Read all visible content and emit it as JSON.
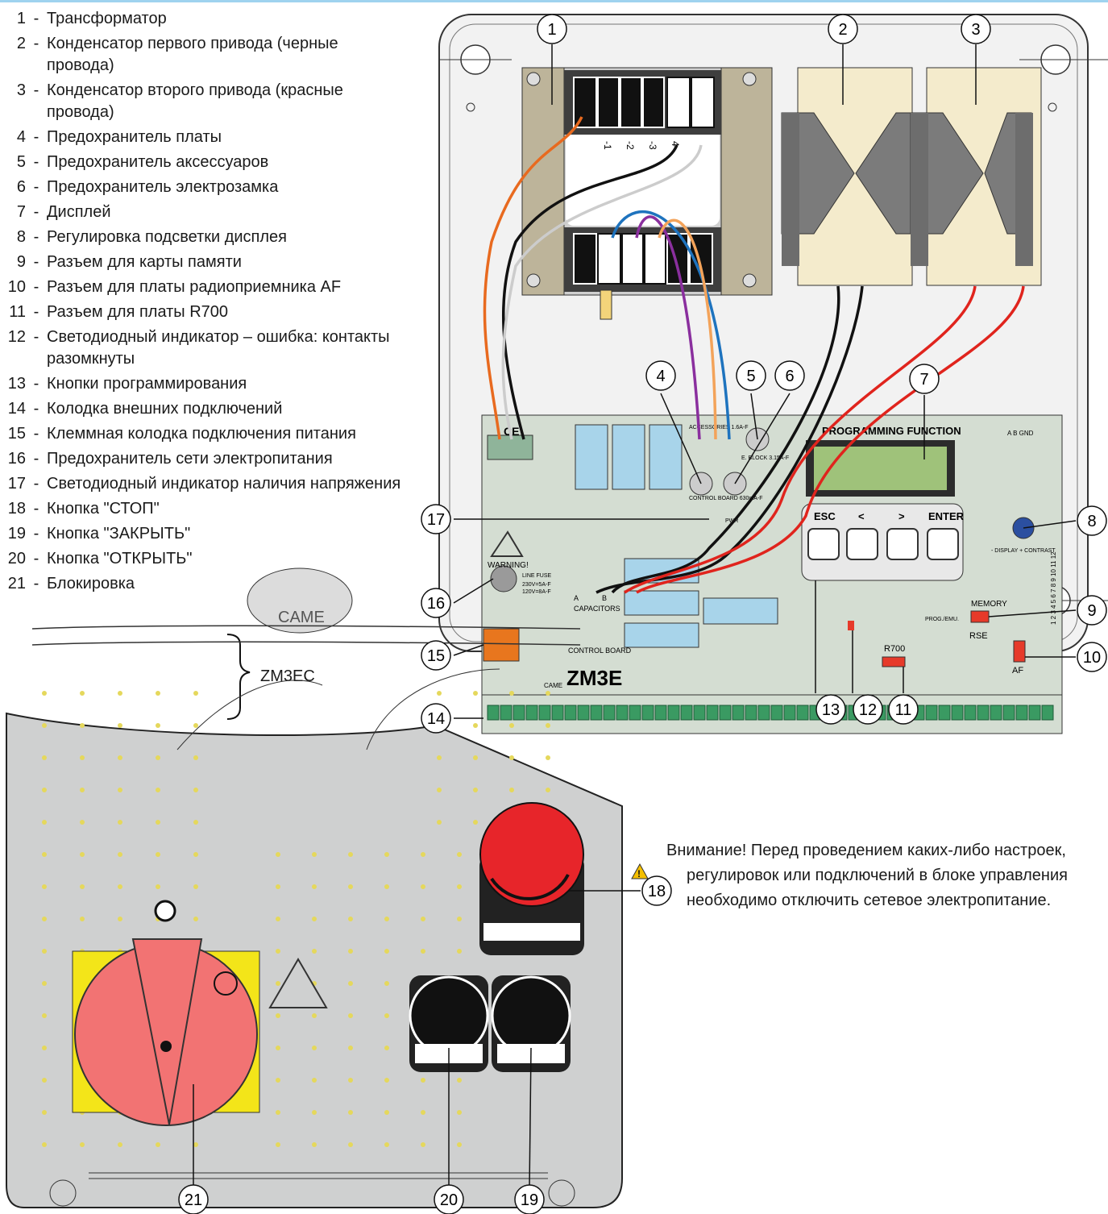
{
  "legend": [
    {
      "num": "1",
      "text": "Трансформатор"
    },
    {
      "num": "2",
      "text": "Конденсатор первого привода (черные провода)"
    },
    {
      "num": "3",
      "text": "Конденсатор второго привода (красные провода)"
    },
    {
      "num": "4",
      "text": "Предохранитель платы"
    },
    {
      "num": "5",
      "text": "Предохранитель аксессуаров"
    },
    {
      "num": "6",
      "text": "Предохранитель электрозамка"
    },
    {
      "num": "7",
      "text": "Дисплей"
    },
    {
      "num": "8",
      "text": "Регулировка подсветки дисплея"
    },
    {
      "num": "9",
      "text": "Разъем для карты памяти"
    },
    {
      "num": "10",
      "text": "Разъем для платы радиоприемника AF"
    },
    {
      "num": "11",
      "text": "Разъем для платы R700"
    },
    {
      "num": "12",
      "text": "Светодиодный индикатор – ошибка: контакты разомкнуты"
    },
    {
      "num": "13",
      "text": "Кнопки программирования"
    },
    {
      "num": "14",
      "text": "Колодка внешних подключений"
    },
    {
      "num": "15",
      "text": "Клеммная колодка подключения питания"
    },
    {
      "num": "16",
      "text": "Предохранитель сети электропитания"
    },
    {
      "num": "17",
      "text": "Светодиодный индикатор наличия напряжения"
    },
    {
      "num": "18",
      "text": "Кнопка \"СТОП\""
    },
    {
      "num": "19",
      "text": "Кнопка \"ЗАКРЫТЬ\""
    },
    {
      "num": "20",
      "text": "Кнопка \"ОТКРЫТЬ\""
    },
    {
      "num": "21",
      "text": "Блокировка"
    }
  ],
  "group_label": "ZM3EC",
  "warning_text": "Внимание! Перед проведением каких-либо настроек, регулировок или подключений в блоке управления необходимо отключить сетевое электропитание.",
  "callouts": [
    "1",
    "2",
    "3",
    "4",
    "5",
    "6",
    "7",
    "8",
    "9",
    "10",
    "11",
    "12",
    "13",
    "14",
    "15",
    "16",
    "17",
    "18",
    "19",
    "20",
    "21"
  ],
  "board": {
    "programming_function": "PROGRAMMING FUNCTION",
    "buttons": [
      "ESC",
      "<",
      ">",
      "ENTER"
    ],
    "control_board": "CONTROL BOARD",
    "model": "ZM3E",
    "brand": "CAME",
    "memory": "MEMORY",
    "r700": "R700",
    "af": "AF",
    "rse": "RSE",
    "capacitors": "CAPACITORS",
    "cap_a": "A",
    "cap_b": "B",
    "warning": "WARNING!",
    "line_fuse": "LINE FUSE",
    "fuse_230": "230V=5A-F",
    "fuse_120": "120V=8A-F",
    "accessories": "ACCESSORIES 1.6A-F",
    "e_block": "E. BLOCK 3.15A-F",
    "cb_fuse": "CONTROL BOARD 630mA-F",
    "ce": "CE",
    "abgnd": "A  B  GND",
    "display_contrast": "- DISPLAY + CONTRAST",
    "prog_emu": "PROG./EMU.",
    "pwr": "PWR",
    "terminal_nums": "1 2 3 4 5 6 7 8 9 10 11 12",
    "cover_logo": "CAME",
    "transformer_taps": [
      "-1",
      "-2",
      "-3",
      "4"
    ]
  },
  "colors": {
    "board": "#d4ddd2",
    "cover": "#cfd0d0",
    "knob_red": "#e7252a",
    "switch_yellow": "#f3e519",
    "wire_orange": "#e86a1f",
    "wire_blue": "#1e73be",
    "wire_purple": "#8a2f9e",
    "wire_red": "#e0241d"
  }
}
